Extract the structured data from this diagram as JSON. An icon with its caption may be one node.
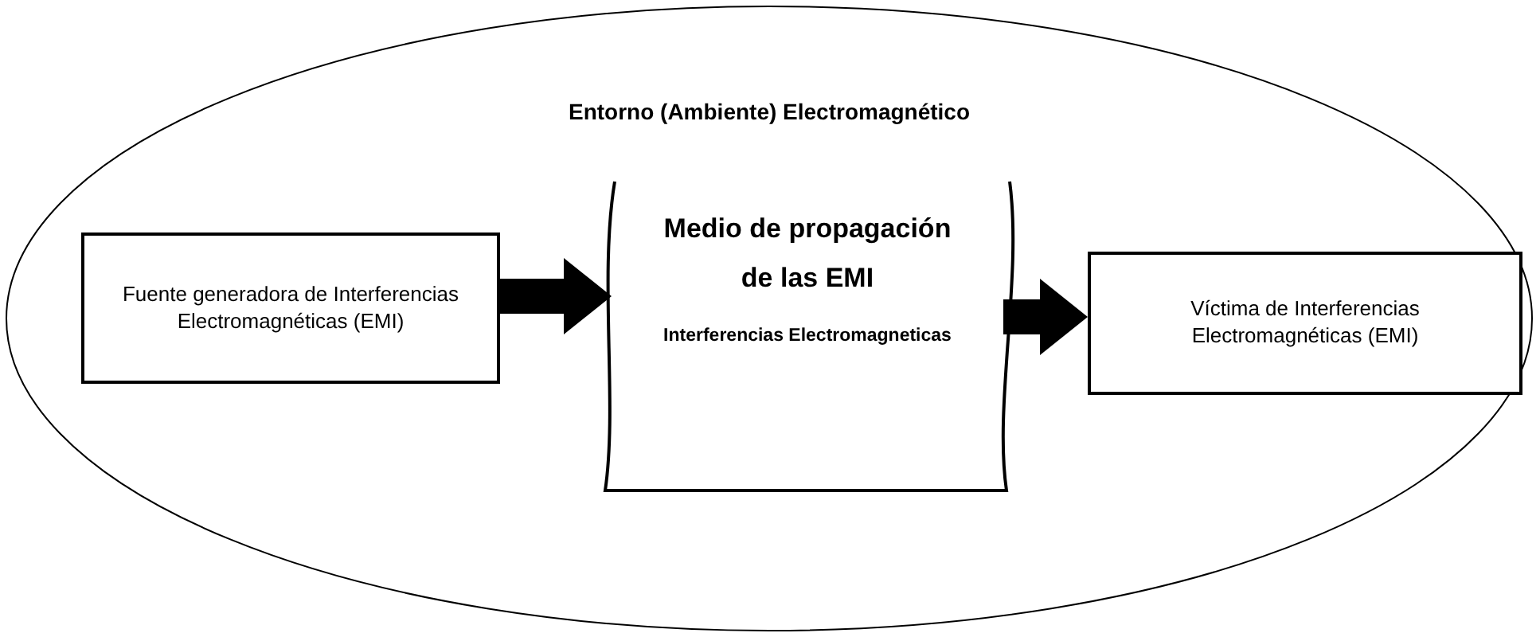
{
  "diagram": {
    "nodes": [
      {
        "text": [
          "Entorno (Ambiente) Electromagnético"
        ]
      },
      {
        "text": [
          "Fuente generadora de Interferencias Electromagnéticas (EMI)"
        ],
        "in": 0
      },
      {
        "text": [
          "Medio de propagación de las EMI",
          "Interferencias Electromagneticas"
        ],
        "in": 0
      },
      {
        "text": [
          "Víctima de Interferencias Electromagnéticas (EMI)"
        ],
        "in": 0
      }
    ],
    "edges": [
      {
        "from": 1,
        "to": 2,
        "arrow": "to"
      },
      {
        "from": 2,
        "to": 3,
        "arrow": "to"
      }
    ]
  }
}
